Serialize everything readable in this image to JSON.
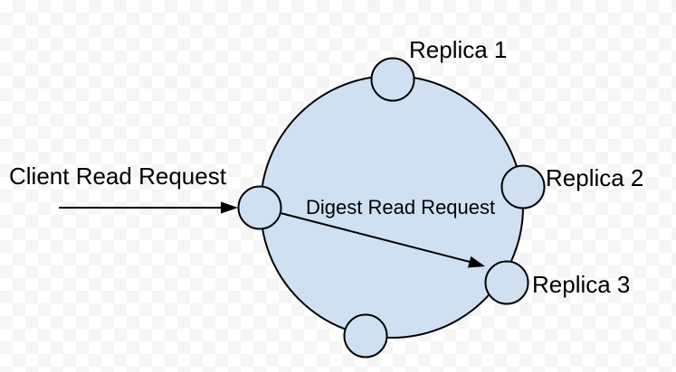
{
  "diagram": {
    "description_labels": {
      "client_read_request": "Client Read Request",
      "digest_read_request": "Digest Read Request",
      "replica_1": "Replica 1",
      "replica_2": "Replica 2",
      "replica_3": "Replica 3"
    },
    "colors": {
      "node_fill": "#cfe0f2",
      "outline": "#000000",
      "text": "#000000",
      "checker_light": "#ffffff",
      "checker_dark": "#f5f5f5"
    },
    "structure": {
      "ring_node_count": 5,
      "labeled_nodes": [
        "Replica 1",
        "Replica 2",
        "Replica 3"
      ],
      "arrows": [
        {
          "name": "client-read-arrow",
          "from": "client",
          "to": "coordinator-node"
        },
        {
          "name": "digest-read-arrow",
          "from": "coordinator-node",
          "to": "replica-3-node"
        }
      ]
    }
  }
}
